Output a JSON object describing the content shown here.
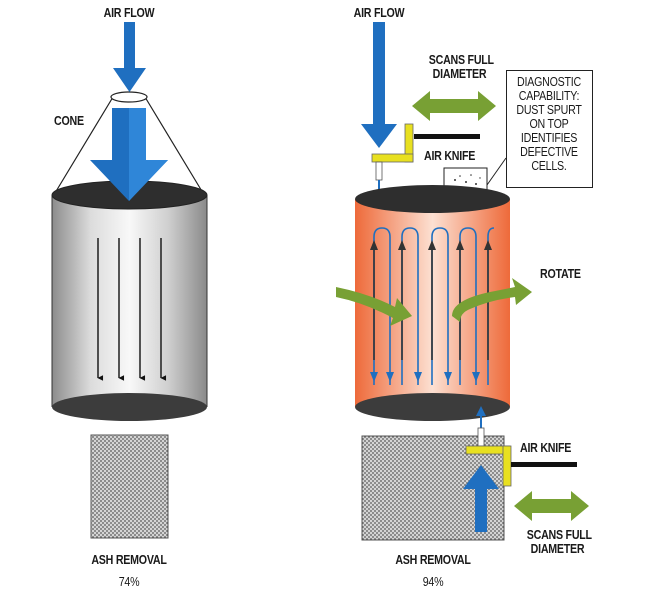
{
  "left": {
    "air_flow": "AIR FLOW",
    "cone": "CONE",
    "ash_removal": "ASH REMOVAL",
    "percent": "74%"
  },
  "right": {
    "air_flow": "AIR FLOW",
    "scans_top": [
      "SCANS FULL",
      "DIAMETER"
    ],
    "diagnostic": [
      "DIAGNOSTIC",
      "CAPABILITY:",
      "DUST SPURT",
      "ON TOP",
      "IDENTIFIES",
      "DEFECTIVE",
      "CELLS."
    ],
    "air_knife_top": "AIR KNIFE",
    "rotate": "ROTATE",
    "air_knife_bottom": "AIR KNIFE",
    "scans_bottom": [
      "SCANS FULL",
      "DIAMETER"
    ],
    "ash_removal": "ASH REMOVAL",
    "percent": "94%"
  },
  "colors": {
    "air_blue": "#1f6fc0",
    "scan_green": "#78a034",
    "knife_yellow": "#e8e020",
    "hot_orange": "#f47a4a"
  },
  "icons": [
    "down-arrow-icon",
    "double-arrow-icon",
    "curved-arrow-icon"
  ]
}
